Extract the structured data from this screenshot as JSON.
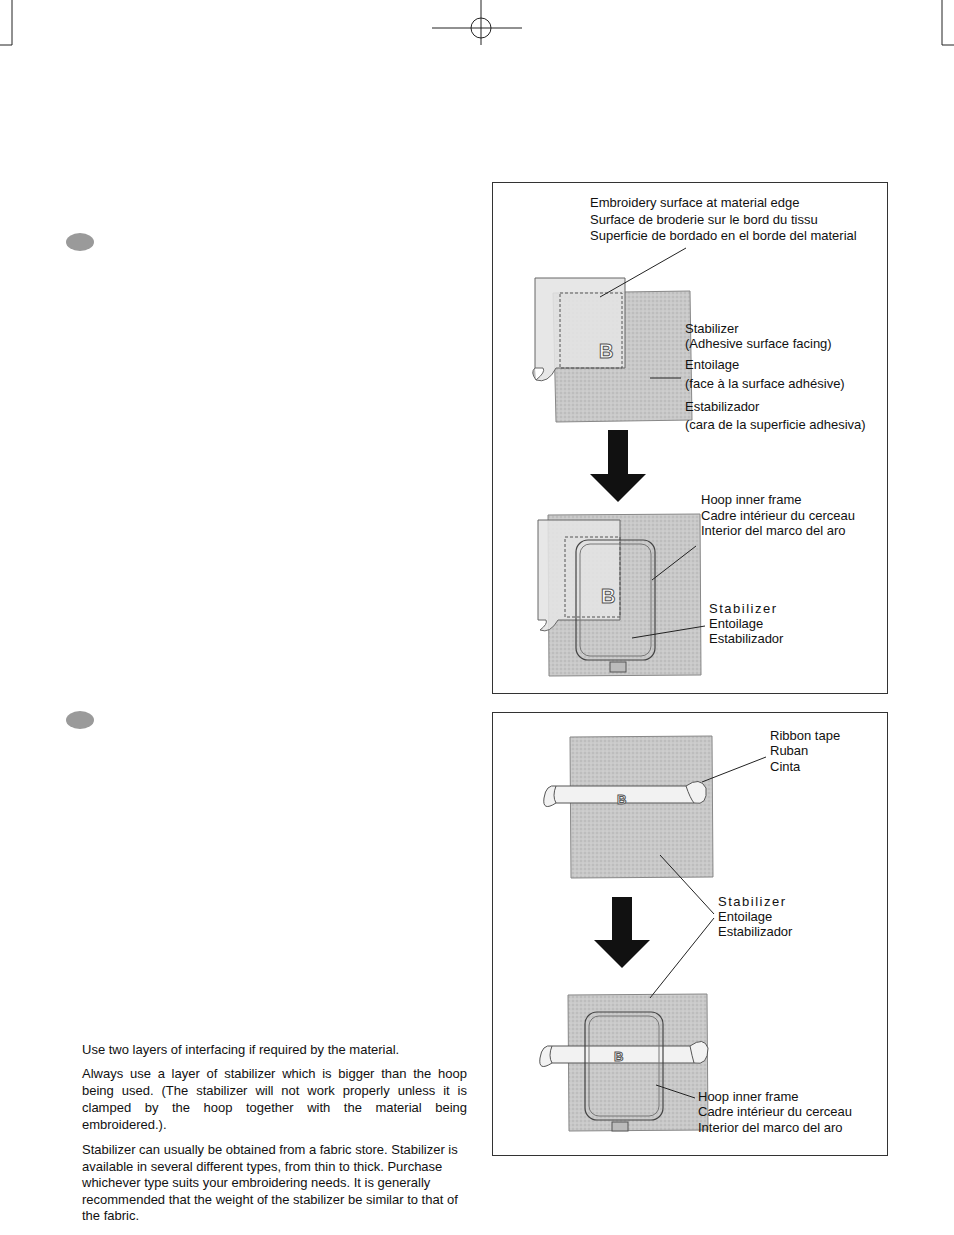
{
  "diagram": {
    "nodes": [
      {
        "text": [
          "Embroidery surface at material edge",
          "Surface de broderie sur le bord du tissu",
          "Superficie de bordado en el borde del material",
          "Stabilizer",
          "(Adhesive surface facing)",
          "Entoilage",
          "(face à la surface adhésive)",
          "Estabilizador",
          "(cara de la superficie adhesiva)",
          "Hoop inner frame",
          "Cadre intérieur du cerceau",
          "Interior del marco del aro",
          "Stabilizer",
          "Entoilage",
          "Estabilizador"
        ]
      },
      {
        "text": [
          "Ribbon tape",
          "Ruban",
          "Cinta",
          "Stabilizer",
          "Entoilage",
          "Estabilizador",
          "Hoop inner frame",
          "Cadre intérieur du cerceau",
          "Interior del marco del aro"
        ]
      }
    ],
    "edges": [],
    "labels": [
      "B",
      "B",
      "B",
      "B",
      "Use two layers of interfacing if required by the material.",
      "Always use a layer of stabilizer which is bigger than the hoop being used. (The stabilizer will not work properly unless it is clamped by the hoop together with the material being embroidered.).",
      "Stabilizer can usually be obtained from a fabric store. Stabilizer is available in several different types, from thin to thick. Purchase whichever type suits your embroidering needs. It is generally recommended that the weight of the stabilizer be similar to that of the fabric."
    ]
  }
}
